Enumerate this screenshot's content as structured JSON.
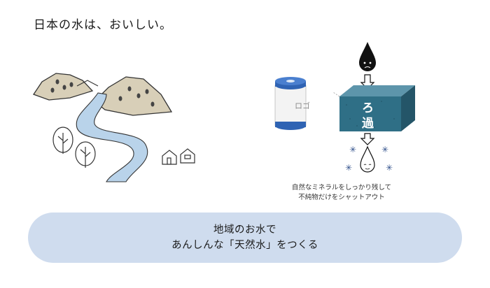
{
  "headline": "日本の水は、おいしい。",
  "filter_label": "ロゴ",
  "box_label_1": "ろ",
  "box_label_2": "過",
  "caption": {
    "line1": "自然なミネラルをしっかり残して",
    "line2": "不純物だけをシャットアウト"
  },
  "banner": {
    "line1": "地域のお水で",
    "line2": "あんしんな「天然水」をつくる"
  },
  "colors": {
    "banner_bg": "#cfdcee",
    "filter_blue": "#2f63b3",
    "box_teal": "#2f6f86",
    "river_blue": "#b9d3ea",
    "mountain_tan": "#d8cfb8"
  }
}
